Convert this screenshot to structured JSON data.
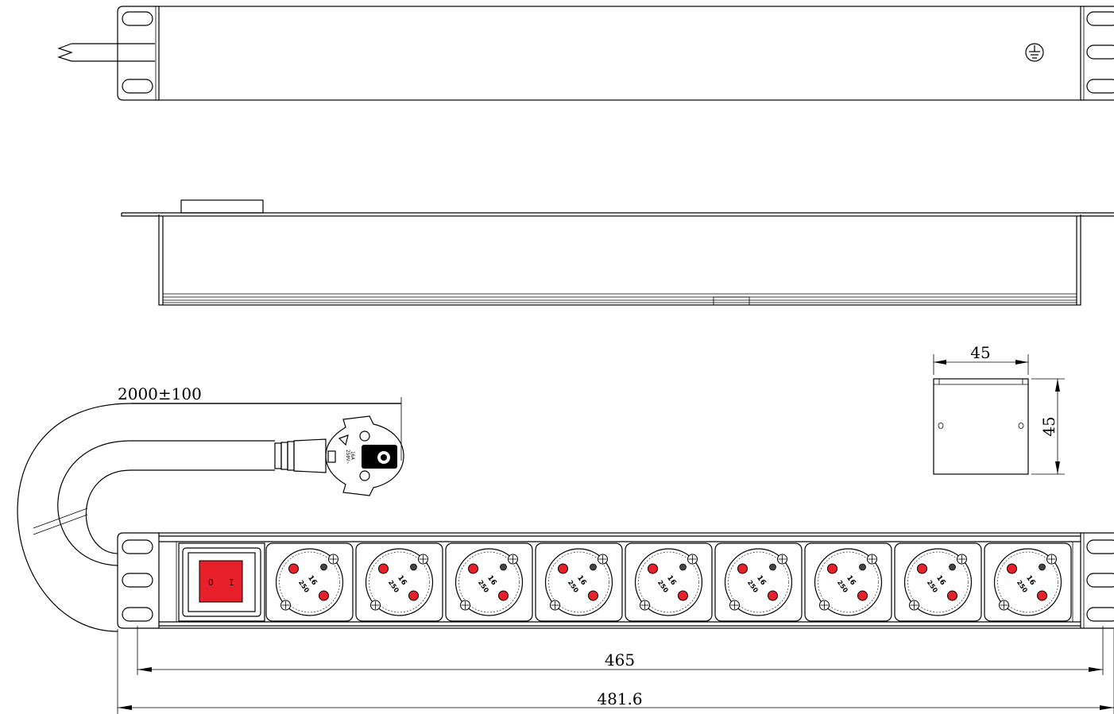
{
  "dimensions": {
    "cable_length": "2000±100",
    "mounting_width": "465",
    "overall_width": "481.6",
    "end_cap_width": "45",
    "end_cap_height": "45"
  },
  "switch": {
    "symbol_off": "O",
    "symbol_on": "I",
    "color": "#e8202a"
  },
  "socket_rating": {
    "current": "16",
    "voltage": "250"
  },
  "socket_count": 9,
  "plug_rating": {
    "current": "16A",
    "voltage": "250V~"
  },
  "colors": {
    "line": "#000000",
    "socket_contact": "#e8202a",
    "background": "#ffffff"
  },
  "icons": [
    "ground-symbol-icon",
    "warning-triangle-icon"
  ]
}
